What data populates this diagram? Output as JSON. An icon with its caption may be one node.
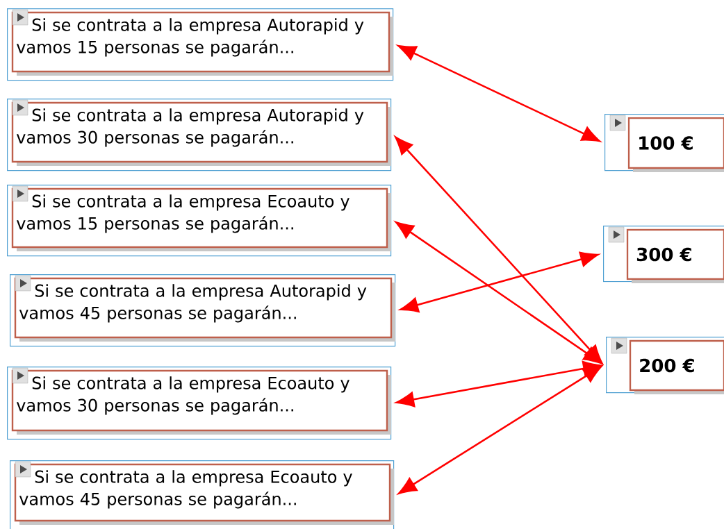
{
  "diagram": {
    "nodes": [
      {
        "text": [
          "Si se contrata a la empresa Autorapid y vamos 15 personas se pagarán..."
        ]
      },
      {
        "text": [
          "Si se contrata a la empresa Autorapid y vamos 30 personas se pagarán..."
        ]
      },
      {
        "text": [
          "Si se contrata a la empresa Ecoauto y vamos 15 personas se pagarán..."
        ]
      },
      {
        "text": [
          "Si se contrata a la empresa Autorapid y vamos 45 personas se pagarán..."
        ]
      },
      {
        "text": [
          "Si se contrata a la empresa Ecoauto y vamos 30 personas se pagarán..."
        ]
      },
      {
        "text": [
          "Si se contrata a la empresa Ecoauto y vamos 45 personas se pagarán..."
        ]
      },
      {
        "text": [
          "100 €"
        ]
      },
      {
        "text": [
          "300 €"
        ]
      },
      {
        "text": [
          "200 €"
        ]
      }
    ],
    "edges": [
      {
        "from": 0,
        "to": 6,
        "arrow": "both"
      },
      {
        "from": 1,
        "to": 8,
        "arrow": "both"
      },
      {
        "from": 2,
        "to": 8,
        "arrow": "both"
      },
      {
        "from": 3,
        "to": 7,
        "arrow": "both"
      },
      {
        "from": 4,
        "to": 8,
        "arrow": "both"
      },
      {
        "from": 5,
        "to": 8,
        "arrow": "both"
      }
    ]
  }
}
